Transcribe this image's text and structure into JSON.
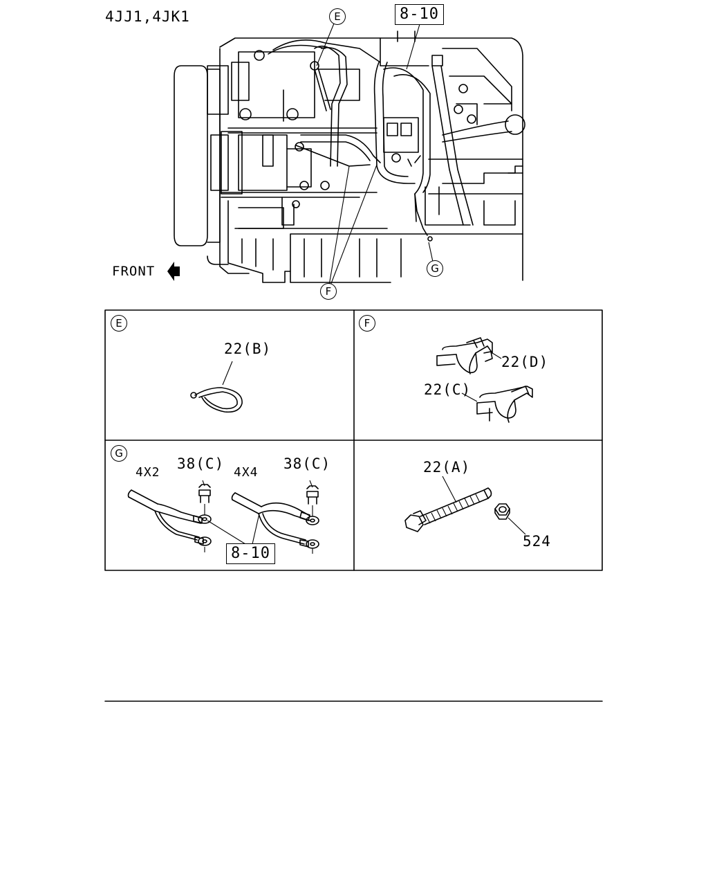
{
  "header": {
    "engine_models": "4JJ1,4JK1"
  },
  "main_view": {
    "front_label": "FRONT",
    "callouts": {
      "e": "E",
      "f": "F",
      "g": "G"
    },
    "harness_ref": "8-10"
  },
  "panels": {
    "e": {
      "badge": "E",
      "part_clip": "22(B)"
    },
    "f": {
      "badge": "F",
      "part_clip_d": "22(D)",
      "part_clip_c": "22(C)"
    },
    "g": {
      "badge": "G",
      "variant_4x2": "4X2",
      "variant_4x4": "4X4",
      "bolt_left": "38(C)",
      "bolt_right": "38(C)",
      "harness_ref": "8-10"
    },
    "h": {
      "part_tie": "22(A)",
      "part_nut": "524"
    }
  }
}
